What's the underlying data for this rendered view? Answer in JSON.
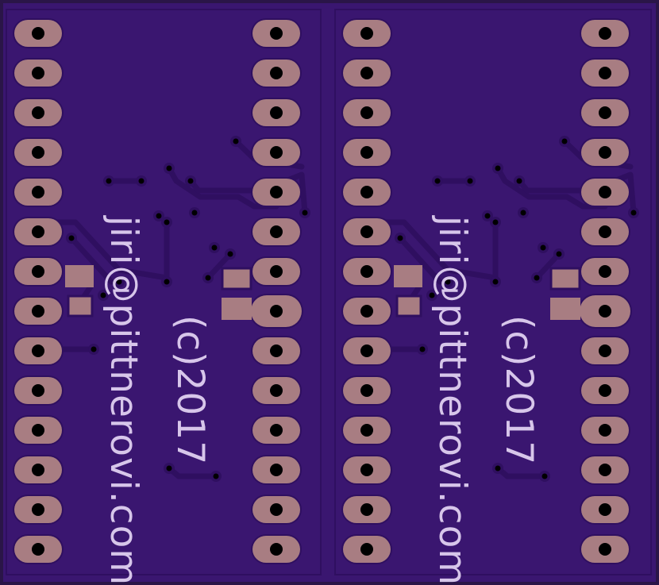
{
  "colors": {
    "background": "#2a1548",
    "board": "#3a1670",
    "trace": "#2f0f60",
    "copper": "#a87d82",
    "silk": "#d7c6ea",
    "hole": "#000000"
  },
  "left_panel": {
    "silkscreen": {
      "line1": "jiri@pittnerovi.com",
      "line2": "(c)2017"
    }
  },
  "right_panel": {
    "silkscreen": {
      "line1": "jiri@pittnerovi.com",
      "line2": "(c)2017"
    }
  },
  "pins_per_side": 14
}
